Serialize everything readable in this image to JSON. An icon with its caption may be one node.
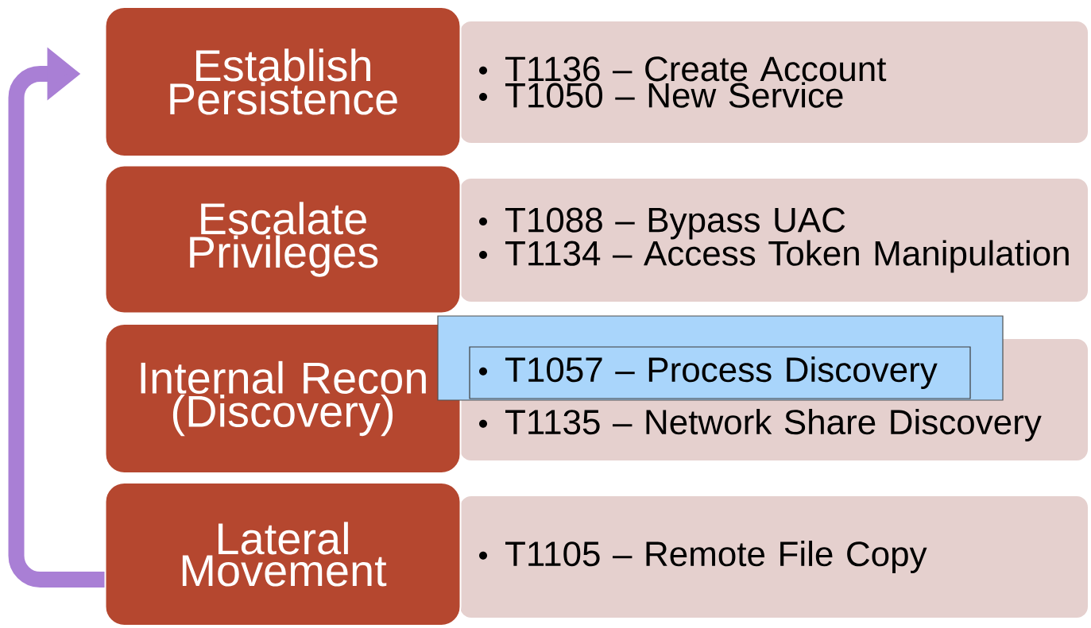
{
  "diagram": {
    "nodes": [
      {
        "text": [
          "Establish Persistence"
        ]
      },
      {
        "text": [
          "T1136 – Create Account",
          "T1050 – New Service"
        ]
      },
      {
        "text": [
          "Escalate Privileges"
        ]
      },
      {
        "text": [
          "T1088 – Bypass UAC",
          "T1134 – Access Token Manipulation"
        ]
      },
      {
        "text": [
          "Internal Recon (Discovery)"
        ]
      },
      {
        "text": [
          "T1135 – Network Share Discovery"
        ]
      },
      {
        "text": [],
        "shape": "box"
      },
      {
        "text": [
          "T1057 – Process Discovery"
        ]
      },
      {
        "text": [
          "Lateral Movement"
        ]
      },
      {
        "text": [
          "T1105 – Remote File Copy"
        ]
      }
    ],
    "edges": [
      {
        "from": 8,
        "to": 0,
        "arrow": "to"
      }
    ]
  }
}
